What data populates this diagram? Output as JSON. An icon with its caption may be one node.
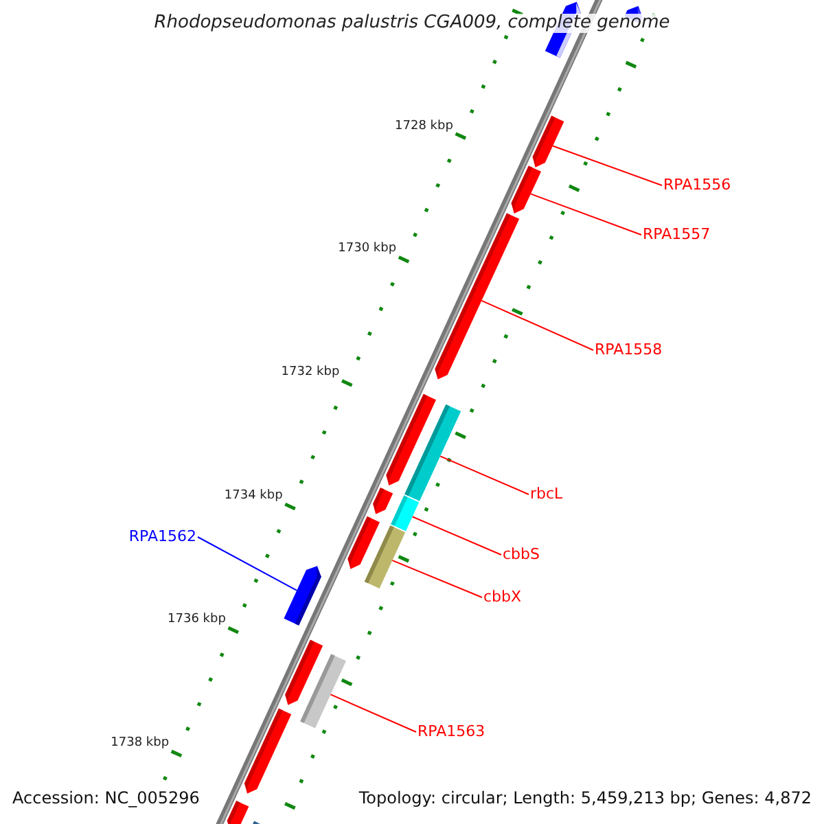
{
  "diagram": {
    "title": "Rhodopseudomonas palustris CGA009, complete genome",
    "nodes": [
      {
        "text": [
          "RPA1556"
        ]
      },
      {
        "text": [
          "RPA1557"
        ]
      },
      {
        "text": [
          "RPA1558"
        ]
      },
      {
        "text": [
          "rbcL"
        ]
      },
      {
        "text": [
          "cbbS"
        ]
      },
      {
        "text": [
          "cbbX"
        ]
      },
      {
        "text": [
          "RPA1562"
        ]
      },
      {
        "text": [
          "RPA1563"
        ]
      },
      {
        "text": [],
        "shape": "pentagon"
      },
      {
        "text": [],
        "shape": "pentagon"
      },
      {
        "text": [],
        "shape": "pentagon"
      },
      {
        "text": [],
        "shape": "pentagon"
      },
      {
        "text": [],
        "shape": "pentagon"
      },
      {
        "text": [],
        "shape": "pentagon"
      },
      {
        "text": [],
        "shape": "box"
      },
      {
        "text": [],
        "shape": "pentagon"
      },
      {
        "text": [],
        "shape": "box"
      },
      {
        "text": [],
        "shape": "pentagon"
      },
      {
        "text": [],
        "shape": "box"
      },
      {
        "text": [],
        "shape": "pentagon"
      },
      {
        "text": [],
        "shape": "pentagon"
      },
      {
        "text": [],
        "shape": "box"
      },
      {
        "text": [],
        "shape": "pentagon"
      },
      {
        "text": [],
        "shape": "pentagon"
      },
      {
        "text": [],
        "shape": "box"
      }
    ],
    "edges": [
      {
        "from": 0,
        "to": 10,
        "arrow": "none"
      },
      {
        "from": 1,
        "to": 11,
        "arrow": "none"
      },
      {
        "from": 2,
        "to": 12,
        "arrow": "none"
      },
      {
        "from": 3,
        "to": 14,
        "arrow": "none"
      },
      {
        "from": 4,
        "to": 16,
        "arrow": "none"
      },
      {
        "from": 5,
        "to": 18,
        "arrow": "none"
      },
      {
        "from": 6,
        "to": 19,
        "arrow": "none",
        "color": "#0000ff"
      },
      {
        "from": 7,
        "to": 21,
        "arrow": "none"
      }
    ],
    "labels": [
      "1728 kbp",
      "1730 kbp",
      "1732 kbp",
      "1734 kbp",
      "1736 kbp",
      "1738 kbp",
      "Accession: NC_005296",
      "Topology: circular; Length: 5,459,213 bp; Genes: 4,872"
    ]
  }
}
